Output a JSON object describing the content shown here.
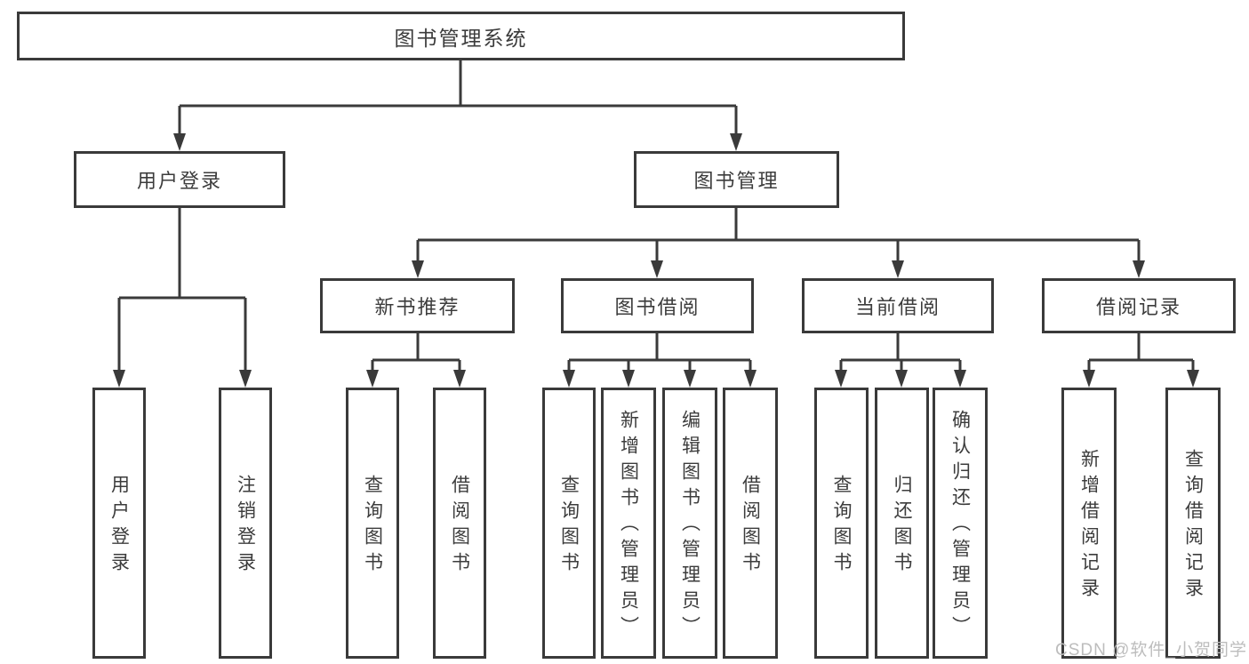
{
  "colors": {
    "line": "#3a3a3a",
    "text": "#3c3c3c",
    "watermark": "#bdbdbd",
    "background": "#ffffff"
  },
  "watermark": {
    "text": "CSDN @软件_小贺同学"
  },
  "tree": {
    "root": {
      "label": "图书管理系统"
    },
    "branches": [
      {
        "label": "用户登录",
        "leaves": [
          {
            "label": "用户登录"
          },
          {
            "label": "注销登录"
          }
        ]
      },
      {
        "label": "图书管理",
        "groups": [
          {
            "label": "新书推荐",
            "leaves": [
              {
                "label": "查询图书"
              },
              {
                "label": "借阅图书"
              }
            ]
          },
          {
            "label": "图书借阅",
            "leaves": [
              {
                "label": "查询图书"
              },
              {
                "label": "新增图书（管理员）"
              },
              {
                "label": "编辑图书（管理员）"
              },
              {
                "label": "借阅图书"
              }
            ]
          },
          {
            "label": "当前借阅",
            "leaves": [
              {
                "label": "查询图书"
              },
              {
                "label": "归还图书"
              },
              {
                "label": "确认归还（管理员）"
              }
            ]
          },
          {
            "label": "借阅记录",
            "leaves": [
              {
                "label": "新增借阅记录"
              },
              {
                "label": "查询借阅记录"
              }
            ]
          }
        ]
      }
    ]
  }
}
